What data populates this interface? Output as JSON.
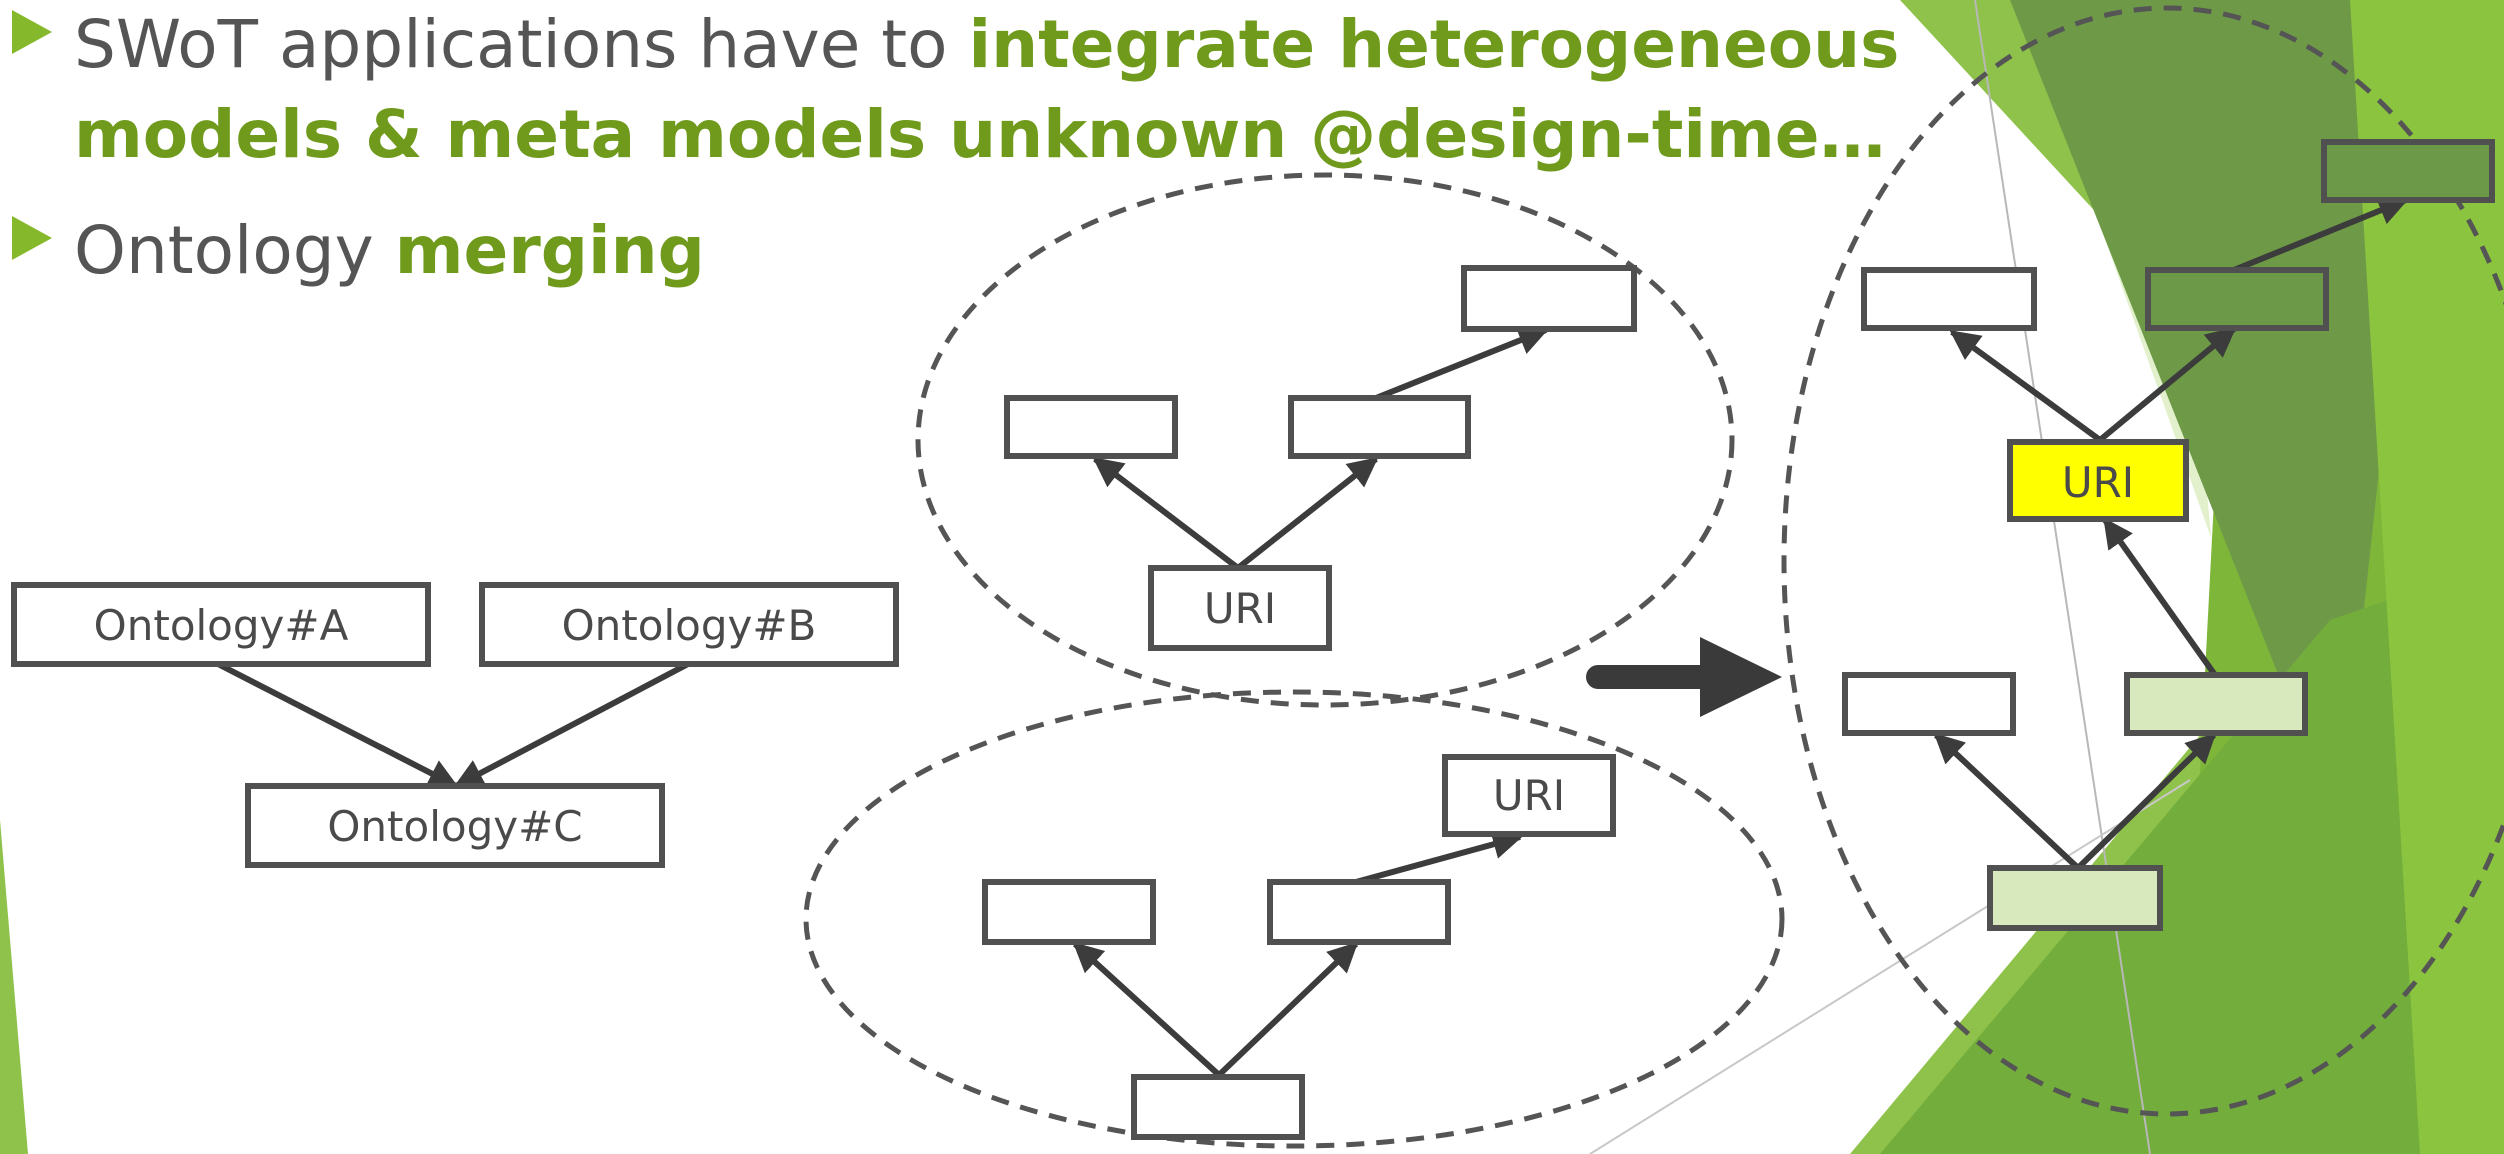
{
  "bullets": [
    {
      "plain": "SWoT applications have to ",
      "highlight_line1": "integrate heterogeneous",
      "highlight_line2": "models & meta models unknown @design-time…"
    },
    {
      "plain": "Ontology ",
      "highlight": "merging"
    }
  ],
  "ontologies": {
    "a": "Ontology#A",
    "b": "Ontology#B",
    "c": "Ontology#C"
  },
  "uri_label": "URI",
  "colors": {
    "accent": "#86b82b",
    "highlight_text": "#6f9a1c",
    "uri_highlight": "#ffff00",
    "dark_green": "#5f8a3a"
  }
}
